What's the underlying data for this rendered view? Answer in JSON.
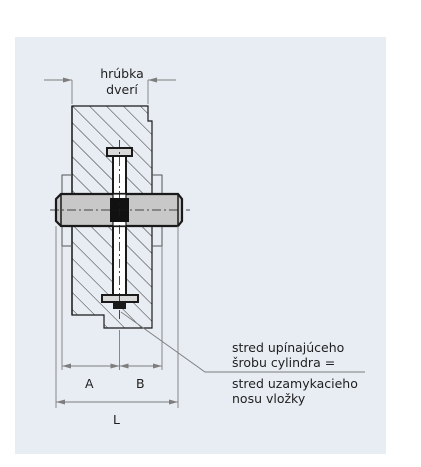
{
  "labels": {
    "door_thickness_line1": "hrúbka",
    "door_thickness_line2": "dverí",
    "dim_a": "A",
    "dim_b": "B",
    "dim_l": "L",
    "note_line1": "stred upínajúceho",
    "note_line2": "šrobu cylindra =",
    "note_line3": "stred uzamykacieho",
    "note_line4": "nosu vložky"
  },
  "colors": {
    "panel_bg": "#e8edf3",
    "stroke": "#1a1a1a",
    "cylinder_fill": "#c8c8c8",
    "screw_fill": "#d9d9d9",
    "cam_fill": "#111111",
    "dim_line": "#7d7d7d"
  }
}
